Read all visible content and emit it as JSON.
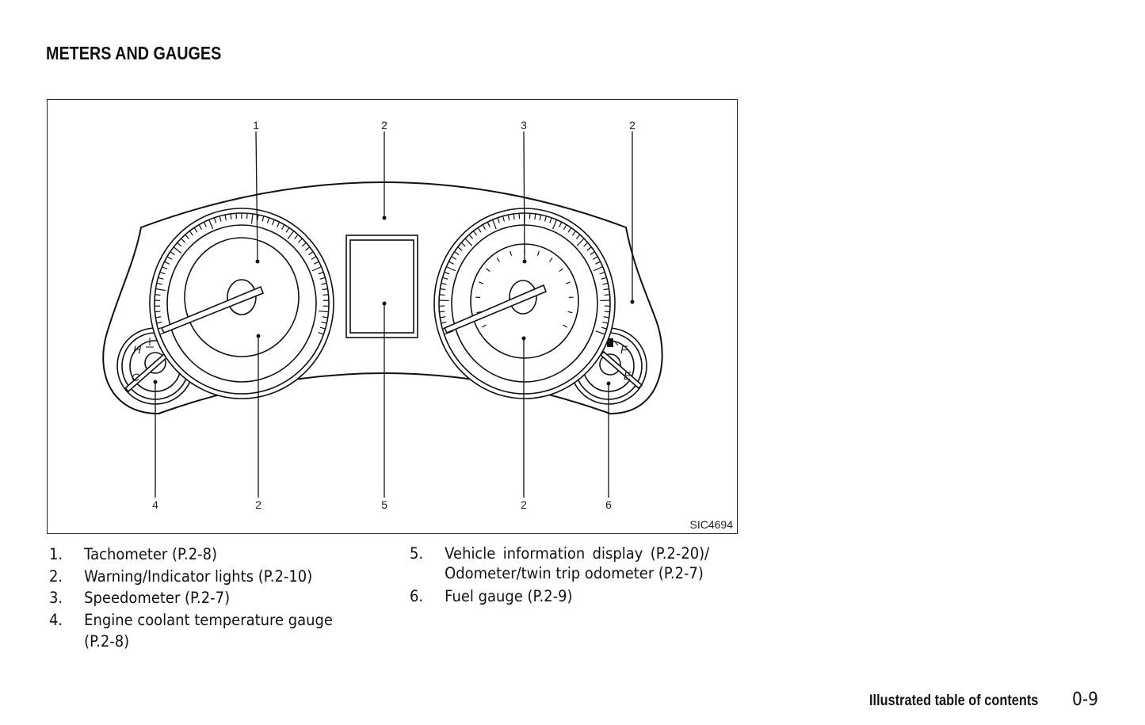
{
  "heading": "METERS AND GAUGES",
  "figure": {
    "id": "SIC4694",
    "callouts_top": [
      "1",
      "2",
      "3",
      "2"
    ],
    "callouts_bottom": [
      "4",
      "2",
      "5",
      "2",
      "6"
    ],
    "temp_gauge_letters": {
      "hot": "H",
      "cold": "C"
    },
    "fuel_gauge_letters": {
      "full": "F",
      "empty": "E"
    }
  },
  "list_left": [
    {
      "num": "1.",
      "text": "Tachometer (P.2-8)"
    },
    {
      "num": "2.",
      "text": "Warning/Indicator lights (P.2-10)"
    },
    {
      "num": "3.",
      "text": "Speedometer (P.2-7)"
    },
    {
      "num": "4.",
      "text": "Engine coolant temperature gauge",
      "text2": "(P.2-8)"
    }
  ],
  "list_right": [
    {
      "num": "5.",
      "text": "Vehicle information display (P.2-20)/",
      "text2": "Odometer/twin trip odometer (P.2-7)"
    },
    {
      "num": "6.",
      "text": "Fuel gauge (P.2-9)"
    }
  ],
  "footer": {
    "section": "Illustrated table of contents",
    "page": "0-9"
  }
}
